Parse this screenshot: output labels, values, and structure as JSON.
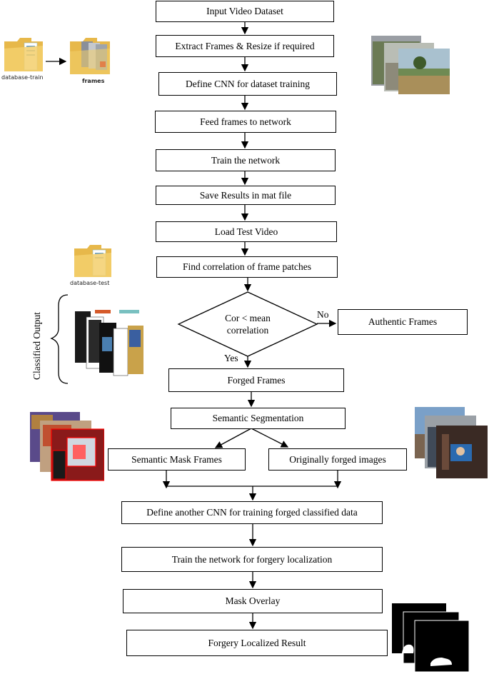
{
  "steps": {
    "input_video": "Input Video Dataset",
    "extract_frames": "Extract Frames & Resize if required",
    "define_cnn": "Define CNN for dataset training",
    "feed_frames": "Feed frames to network",
    "train_network": "Train the network",
    "save_results": "Save Results in mat file",
    "load_test": "Load Test Video",
    "find_correlation": "Find correlation of frame patches",
    "decision": [
      "Cor < mean",
      "correlation"
    ],
    "authentic": "Authentic Frames",
    "forged": "Forged Frames",
    "semantic_seg": "Semantic Segmentation",
    "semantic_mask": "Semantic Mask Frames",
    "originally_forged": "Originally forged images",
    "define_another_cnn": "Define another CNN for training forged classified data",
    "train_localization": "Train the network for forgery localization",
    "mask_overlay": "Mask Overlay",
    "result": "Forgery Localized Result"
  },
  "branch_labels": {
    "no": "No",
    "yes": "Yes"
  },
  "side_labels": {
    "database_train": "database-train",
    "frames": "frames",
    "database_test": "database-test",
    "classified_output": "Classified Output"
  },
  "icons": [
    "folder-icon",
    "frames-folder-icon",
    "video-frames-thumbnail",
    "classified-output-thumbnail",
    "segmentation-thumbnail",
    "forged-images-thumbnail",
    "mask-result-thumbnail"
  ]
}
